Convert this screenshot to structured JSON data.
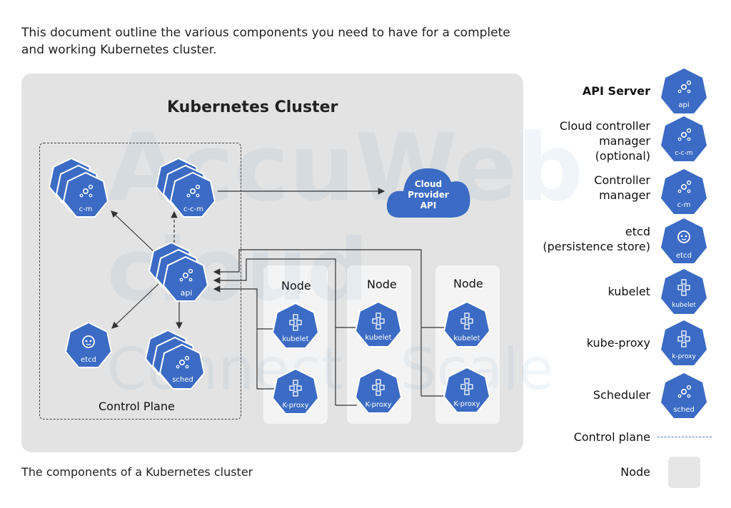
{
  "intro_text": "This document outline the various components you need to have for a complete and working Kubernetes cluster.",
  "caption": "The components of a Kubernetes cluster",
  "cluster_title": "Kubernetes Cluster",
  "control_plane_label": "Control Plane",
  "cloud": {
    "line1": "Cloud",
    "line2": "Provider",
    "line3": "API"
  },
  "control_plane_components": {
    "cm": "c-m",
    "ccm": "c-c-m",
    "api": "api",
    "etcd": "etcd",
    "sched": "sched"
  },
  "nodes": [
    {
      "title": "Node",
      "kubelet": "kubelet",
      "proxy": "K-proxy"
    },
    {
      "title": "Node",
      "kubelet": "kubelet",
      "proxy": "K-proxy"
    },
    {
      "title": "Node",
      "kubelet": "kubelet",
      "proxy": "K-proxy"
    }
  ],
  "legend": {
    "api_server": {
      "label": "API Server",
      "icon_text": "api"
    },
    "ccm": {
      "line1": "Cloud controller",
      "line2": "manager",
      "line3": "(optional)",
      "icon_text": "c-c-m"
    },
    "cm": {
      "line1": "Controller",
      "line2": "manager",
      "icon_text": "c-m"
    },
    "etcd": {
      "line1": "etcd",
      "line2": "(persistence store)",
      "icon_text": "etcd"
    },
    "kubelet": {
      "label": "kubelet",
      "icon_text": "kubelet"
    },
    "kube_proxy": {
      "label": "kube-proxy",
      "icon_text": "k-proxy"
    },
    "scheduler": {
      "label": "Scheduler",
      "icon_text": "sched"
    },
    "control_plane": {
      "label": "Control plane"
    },
    "node": {
      "label": "Node"
    }
  },
  "colors": {
    "k8s_blue": "#3b6bc4",
    "k8s_stroke": "#ffffff",
    "cluster_bg": "#e3e3e3",
    "node_bg": "#f4f4f4",
    "dash_blue": "#4a78c2",
    "line": "#333333"
  }
}
